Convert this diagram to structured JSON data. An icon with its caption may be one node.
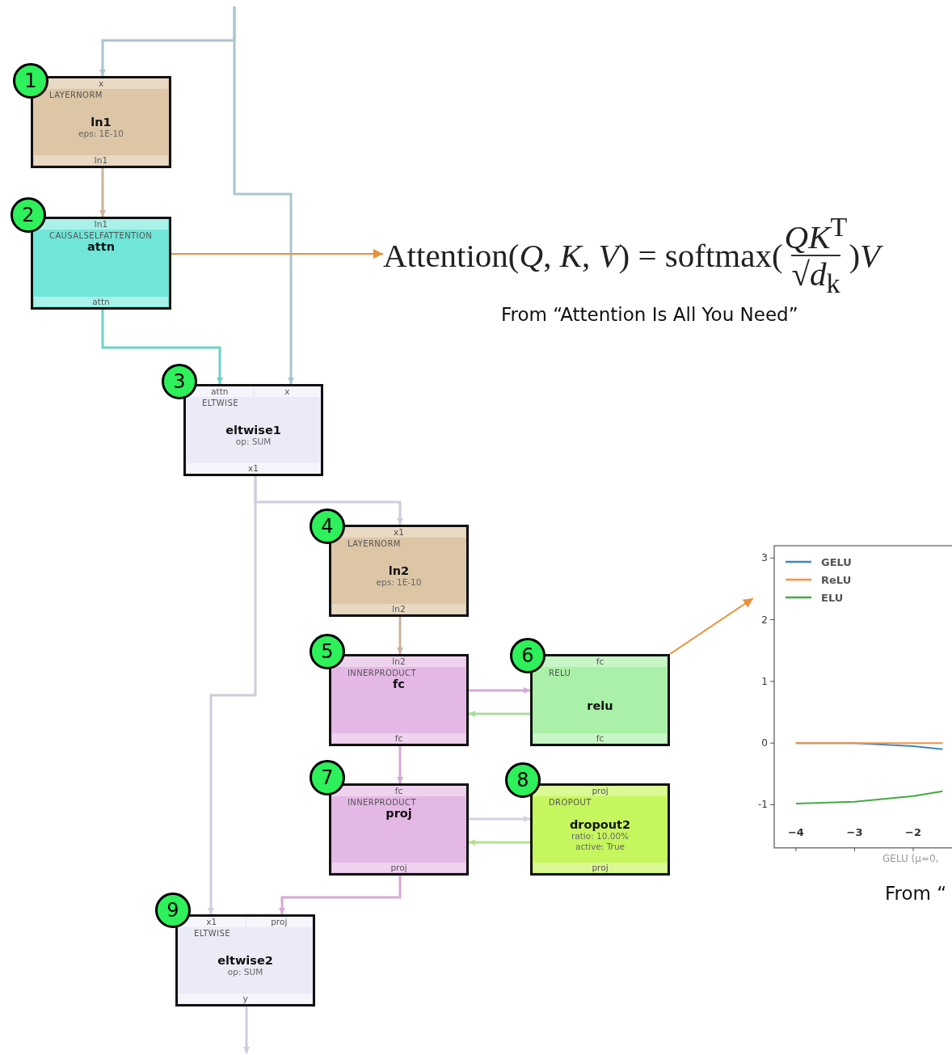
{
  "diagram": {
    "nodes": [
      {
        "text": [
          "1"
        ]
      },
      {
        "text": [
          "x",
          "LAYERNORM",
          "ln1",
          "eps: 1E-10",
          "ln1"
        ]
      },
      {
        "text": [
          "2"
        ]
      },
      {
        "text": [
          "ln1",
          "CAUSALSELFATTENTION",
          "attn",
          "attn"
        ]
      },
      {
        "text": [
          "3"
        ]
      },
      {
        "text": [
          "attn",
          "x",
          "ELTWISE",
          "eltwise1",
          "op: SUM",
          "x1"
        ]
      },
      {
        "text": [
          "4"
        ]
      },
      {
        "text": [
          "x1",
          "LAYERNORM",
          "ln2",
          "eps: 1E-10",
          "ln2"
        ]
      },
      {
        "text": [
          "5"
        ]
      },
      {
        "text": [
          "ln2",
          "INNERPRODUCT",
          "fc",
          "fc"
        ]
      },
      {
        "text": [
          "6"
        ]
      },
      {
        "text": [
          "fc",
          "RELU",
          "relu",
          "fc"
        ]
      },
      {
        "text": [
          "7"
        ]
      },
      {
        "text": [
          "fc",
          "INNERPRODUCT",
          "proj",
          "proj"
        ]
      },
      {
        "text": [
          "8"
        ]
      },
      {
        "text": [
          "proj",
          "DROPOUT",
          "dropout2",
          "ratio: 10.00%",
          "active: True",
          "proj"
        ]
      },
      {
        "text": [
          "9"
        ]
      },
      {
        "text": [
          "x1",
          "proj",
          "ELTWISE",
          "eltwise2",
          "op: SUM",
          "y"
        ]
      },
      {
        "text": [
          "Attention(*Q*, *K*, *V*) = softmax(",
          "*QK*$^{T}$",
          "√*d*$_{k}$",
          ")*V*"
        ],
        "beside": [
          "From “Attention Is All You Need”"
        ]
      },
      {
        "text": [],
        "shape": "chart",
        "beside": [
          "From “"
        ]
      }
    ],
    "edges": [
      {
        "from": null,
        "to": 1,
        "arrow": "to",
        "color": "#a9c5cd"
      },
      {
        "from": null,
        "to": 5,
        "arrow": "to",
        "color": "#a9c5cd"
      },
      {
        "from": 1,
        "to": 3,
        "arrow": "to",
        "color": "#c9b39a"
      },
      {
        "from": 3,
        "to": 5,
        "arrow": "to",
        "color": "#6fd2c4"
      },
      {
        "from": 5,
        "to": 7,
        "arrow": "to",
        "color": "#cdcddc"
      },
      {
        "from": 5,
        "to": 17,
        "arrow": "to",
        "color": "#cdcddc"
      },
      {
        "from": 7,
        "to": 9,
        "arrow": "to",
        "color": "#c9b39a"
      },
      {
        "from": 9,
        "to": 11,
        "arrow": "to",
        "color": "#d6a8d6"
      },
      {
        "from": 11,
        "to": 9,
        "arrow": "to",
        "color": "#a8dca0"
      },
      {
        "from": 9,
        "to": 13,
        "arrow": "to",
        "color": "#d6a8d6"
      },
      {
        "from": 13,
        "to": 15,
        "arrow": "to",
        "color": "#d3d3e2"
      },
      {
        "from": 15,
        "to": 13,
        "arrow": "to",
        "color": "#b5e08a"
      },
      {
        "from": 13,
        "to": 17,
        "arrow": "to",
        "color": "#d6a8d6"
      },
      {
        "from": 17,
        "to": null,
        "arrow": "to",
        "color": "#cdcddc"
      },
      {
        "from": 3,
        "to": 18,
        "arrow": "to",
        "color": "#e8913a"
      },
      {
        "from": 11,
        "to": 19,
        "arrow": "to",
        "color": "#e8913a"
      }
    ],
    "chart_data": {
      "type": "line",
      "xlabel": "GELU (μ=0,",
      "x": [
        -4,
        -3,
        -2,
        -1.5
      ],
      "series": [
        {
          "name": "GELU",
          "color": "#3f86c4",
          "values": [
            0,
            0,
            -0.05,
            -0.1
          ]
        },
        {
          "name": "ReLU",
          "color": "#f5933a",
          "values": [
            0,
            0,
            0,
            0
          ]
        },
        {
          "name": "ELU",
          "color": "#45a845",
          "values": [
            -0.98,
            -0.95,
            -0.86,
            -0.78
          ]
        }
      ],
      "xticks": [
        {
          "value": -4,
          "label": "−4"
        },
        {
          "value": -3,
          "label": "−3"
        },
        {
          "value": -2,
          "label": "−2"
        }
      ],
      "yticks": [
        -1,
        0,
        1,
        2,
        3
      ],
      "xlim": [
        -4.37,
        -1.34
      ],
      "ylim": [
        -1.7,
        3.2
      ],
      "legend": "upper left"
    }
  }
}
